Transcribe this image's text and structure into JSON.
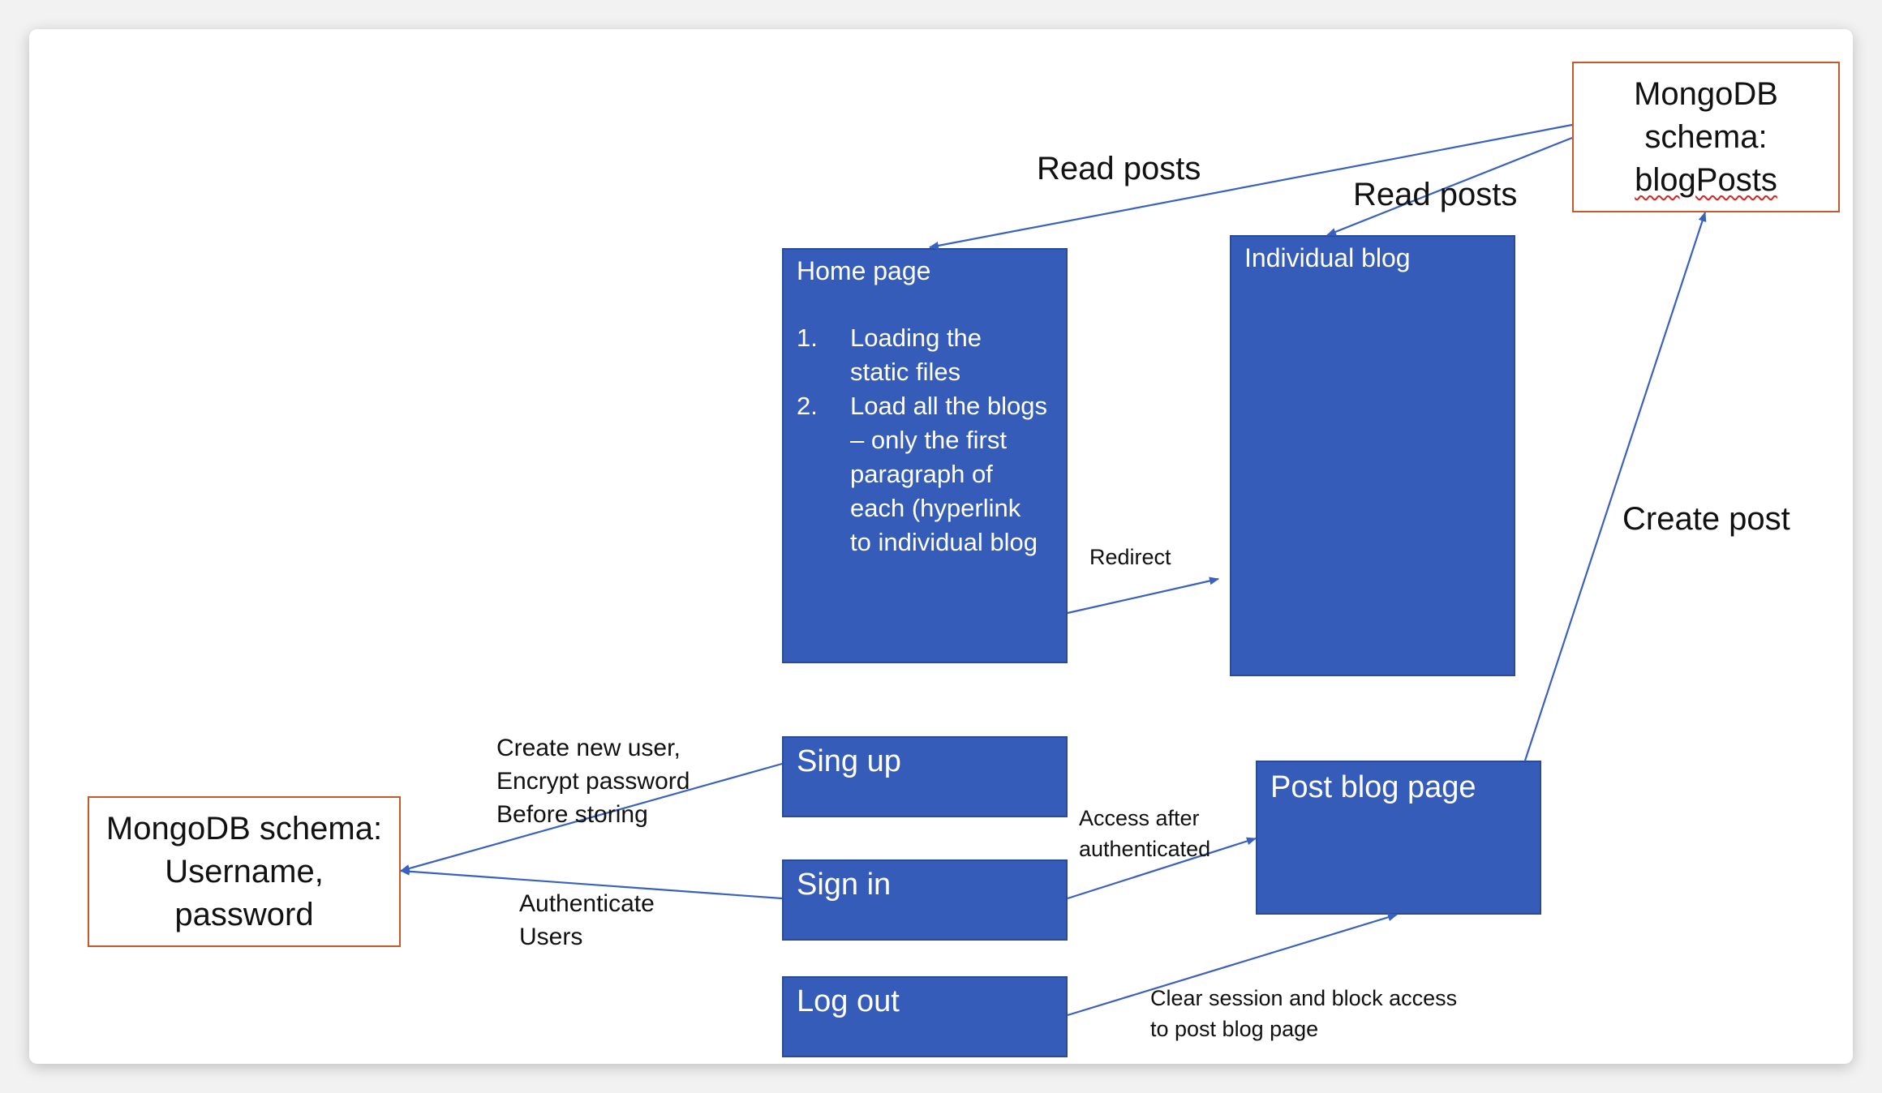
{
  "db_blogposts": {
    "line1": "MongoDB",
    "line2": "schema:",
    "line3": "blogPosts"
  },
  "db_users": {
    "line1": "MongoDB schema:",
    "line2": "Username,",
    "line3": "password"
  },
  "home_page": {
    "title": "Home page",
    "items": [
      {
        "num": "1.",
        "lines": [
          "Loading the",
          "static files"
        ]
      },
      {
        "num": "2.",
        "lines": [
          "Load all the blogs",
          "– only the first",
          "paragraph of",
          "each (hyperlink",
          "to individual blog"
        ]
      }
    ]
  },
  "individual_blog": {
    "title": "Individual blog"
  },
  "sign_up": {
    "title": "Sing up"
  },
  "sign_in": {
    "title": "Sign in"
  },
  "log_out": {
    "title": "Log out"
  },
  "post_blog_page": {
    "title": "Post blog page"
  },
  "edges": {
    "read_posts_home": "Read posts",
    "read_posts_blog": "Read posts",
    "create_post": "Create post",
    "redirect": "Redirect",
    "create_user": [
      "Create new user,",
      "Encrypt password",
      "Before storing"
    ],
    "authenticate": [
      "Authenticate",
      "Users"
    ],
    "access_after": [
      "Access after",
      "authenticated"
    ],
    "clear_session": [
      "Clear session and block access",
      "to post blog page"
    ]
  },
  "colors": {
    "box_fill": "#355cb9",
    "db_border": "#c55a2b",
    "arrow": "#3a60c0"
  }
}
